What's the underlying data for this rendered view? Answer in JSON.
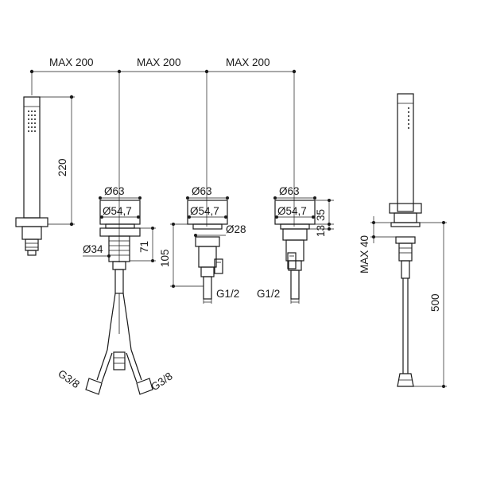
{
  "dimensions": {
    "spacing_1": "MAX 200",
    "spacing_2": "MAX 200",
    "spacing_3": "MAX 200",
    "shower_height": "220",
    "body_diameter_1": "Ø63",
    "inner_diameter_1": "Ø54,7",
    "body_diameter_2": "Ø63",
    "inner_diameter_2": "Ø54,7",
    "body_diameter_3": "Ø63",
    "inner_diameter_3": "Ø54,7",
    "handle_height": "35",
    "stem_height": "13",
    "spout_shank_height": "71",
    "shank_diameter": "Ø34",
    "valve_diameter": "Ø28",
    "valve_height": "105",
    "valve_thread_1": "G1/2",
    "valve_thread_2": "G1/2",
    "hose_thread_left": "G3/8",
    "hose_thread_right": "G3/8",
    "deck_thickness": "MAX 40",
    "hose_length": "500"
  }
}
